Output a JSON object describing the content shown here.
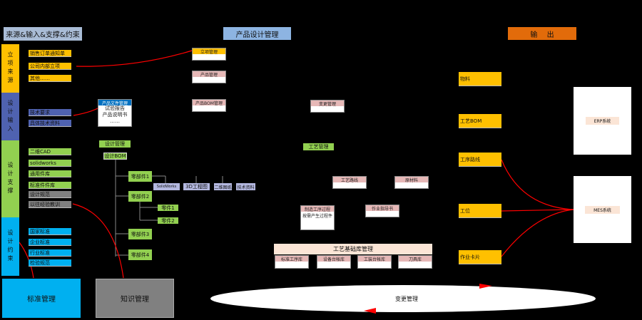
{
  "headers": {
    "left": "来源&输入&支撑&约束",
    "center": "产品设计管理",
    "output": "输　 出"
  },
  "categories": [
    {
      "label": "立项来源",
      "items": [
        "销售订单通知单",
        "公司内部立项",
        "其他……"
      ]
    },
    {
      "label": "设计输入",
      "items": [
        "技术要求",
        "具体技术资料"
      ]
    },
    {
      "label": "设计支撑",
      "items": [
        "二维CAD",
        "solidworks",
        "通用件库",
        "标准件件库",
        "设计规范",
        "以往经验教训"
      ]
    },
    {
      "label": "设计约束",
      "items": [
        "国家标准",
        "企业标准",
        "行业标准",
        "检验规范"
      ]
    }
  ],
  "bottom": {
    "standard": "标准管理",
    "knowledge": "知识管理",
    "change": "变更管理"
  },
  "product_doc": {
    "title": "产品文件管理",
    "lines": [
      "试验报告",
      "产品说明书",
      "……"
    ]
  },
  "design": {
    "mgmt": "设计管理",
    "bom": "设计BOM",
    "parts": [
      "零部件1",
      "零部件2",
      "零部件3",
      "零部件4"
    ],
    "subparts": [
      "零件1",
      "零件2"
    ],
    "tools": [
      "SolidWorks",
      "3D工程图",
      "二维图纸",
      "技术资料"
    ]
  },
  "mgmt_cards": {
    "project": "立项管理",
    "product": "产品管理",
    "product_bom": "产品BOM管理",
    "change": "变更管理"
  },
  "process": {
    "mgmt": "工艺管理",
    "route": "工艺路线",
    "material": "原材料",
    "mfg": "制造工序过程",
    "mfg_body": "按需产生过程件",
    "guide": "作业指导书",
    "base": "工艺基础库管理",
    "libs": [
      "标准工序库",
      "设备台帐库",
      "工装台帐库",
      "刀具库"
    ]
  },
  "outputs": [
    "物料",
    "工艺BOM",
    "工序路线",
    "工位",
    "作业卡片"
  ],
  "systems": {
    "erp": "ERP系统",
    "mes": "MES系统"
  }
}
